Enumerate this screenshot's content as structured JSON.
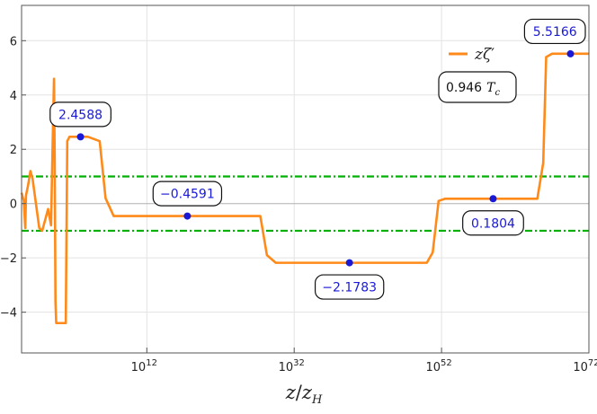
{
  "chart_data": {
    "type": "line",
    "xlabel_main": "z",
    "xlabel_sep": "/",
    "xlabel_denominator": "z",
    "xlabel_denominator_sub": "H",
    "x_scale": "log10",
    "xlim_log10": [
      -5,
      72
    ],
    "ylim": [
      -5.5,
      7.3
    ],
    "x_ticks": [
      {
        "base": "10",
        "exp": "12",
        "log10": 12
      },
      {
        "base": "10",
        "exp": "32",
        "log10": 32
      },
      {
        "base": "10",
        "exp": "52",
        "log10": 52
      },
      {
        "base": "10",
        "exp": "72",
        "log10": 72
      }
    ],
    "y_ticks": [
      {
        "label": "6",
        "value": 6
      },
      {
        "label": "4",
        "value": 4
      },
      {
        "label": "2",
        "value": 2
      },
      {
        "label": "0",
        "value": 0
      },
      {
        "label": "−2",
        "value": -2
      },
      {
        "label": "−4",
        "value": -4
      }
    ],
    "grid": true,
    "series": [
      {
        "name_main": "z",
        "name_greek": "ζ",
        "name_prime": "′",
        "color": "#ff8a19",
        "points_log10": [
          [
            -5.0,
            0.4
          ],
          [
            -4.7,
            0.1
          ],
          [
            -4.5,
            -0.9
          ],
          [
            -4.4,
            0.3
          ],
          [
            -4.1,
            0.7
          ],
          [
            -3.8,
            1.2
          ],
          [
            -3.5,
            0.9
          ],
          [
            -3.2,
            0.3
          ],
          [
            -2.9,
            -0.3
          ],
          [
            -2.6,
            -0.9
          ],
          [
            -2.2,
            -1.0
          ],
          [
            -1.8,
            -0.6
          ],
          [
            -1.4,
            -0.2
          ],
          [
            -1.0,
            -0.8
          ],
          [
            -0.8,
            2.0
          ],
          [
            -0.6,
            4.6
          ],
          [
            -0.5,
            1.5
          ],
          [
            -0.4,
            -3.6
          ],
          [
            -0.3,
            -4.4
          ],
          [
            1.0,
            -4.4
          ],
          [
            1.2,
            2.3
          ],
          [
            1.5,
            2.46
          ],
          [
            4.0,
            2.46
          ],
          [
            5.6,
            2.3
          ],
          [
            6.4,
            0.2
          ],
          [
            7.5,
            -0.459
          ],
          [
            27.4,
            -0.459
          ],
          [
            28.3,
            -1.9
          ],
          [
            29.5,
            -2.18
          ],
          [
            50.0,
            -2.18
          ],
          [
            50.8,
            -1.8
          ],
          [
            51.6,
            0.1
          ],
          [
            52.5,
            0.18
          ],
          [
            65.0,
            0.18
          ],
          [
            65.8,
            1.5
          ],
          [
            66.2,
            5.4
          ],
          [
            67.0,
            5.52
          ],
          [
            72.0,
            5.52
          ]
        ]
      }
    ],
    "reference_lines": {
      "y_values": [
        1,
        -1
      ],
      "color": "#00b000"
    },
    "marked_points": [
      {
        "log10": 3.0,
        "value": 2.4588,
        "label": "2.4588",
        "label_pos": "above"
      },
      {
        "log10": 17.5,
        "value": -0.4591,
        "label": "−0.4591",
        "label_pos": "above"
      },
      {
        "log10": 39.5,
        "value": -2.1783,
        "label": "−2.1783",
        "label_pos": "below"
      },
      {
        "log10": 59.0,
        "value": 0.1804,
        "label": "0.1804",
        "label_pos": "below"
      },
      {
        "log10": 69.5,
        "value": 5.5166,
        "label": "5.5166",
        "label_pos": "above"
      }
    ],
    "annotation": {
      "value": "0.946",
      "symbol": "T",
      "subscript": "c"
    },
    "legend_position": "top-right"
  }
}
